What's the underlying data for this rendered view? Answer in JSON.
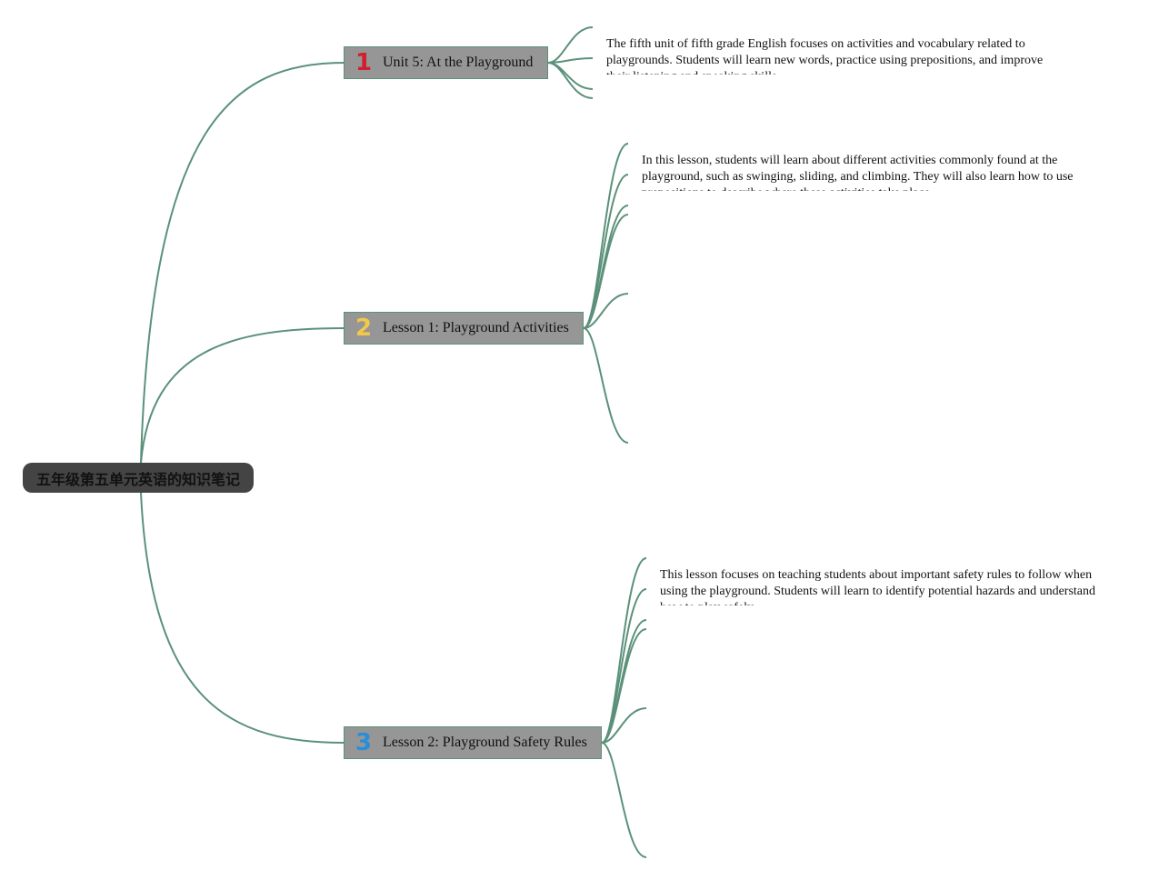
{
  "root": {
    "label": "五年级第五单元英语的知识笔记"
  },
  "topics": [
    {
      "number": "1",
      "number_color": "#d0202e",
      "title": "Unit 5: At the Playground",
      "description": "The fifth unit of fifth grade English focuses on activities and vocabulary related to playgrounds. Students will learn new words, practice using prepositions, and improve their listening and speaking skills."
    },
    {
      "number": "2",
      "number_color": "#f2c84b",
      "title": "Lesson 1: Playground Activities",
      "description": "In this lesson, students will learn about different activities commonly found at the playground, such as swinging, sliding, and climbing. They will also learn how to use prepositions to describe where these activities take place."
    },
    {
      "number": "3",
      "number_color": "#2a8fd6",
      "title": "Lesson 2: Playground Safety Rules",
      "description": "This lesson focuses on teaching students about important safety rules to follow when using the playground. Students will learn to identify potential hazards and understand how to play safely."
    }
  ],
  "colors": {
    "link": "#5b917a",
    "root_bg": "#444444",
    "topic_bg": "#969696"
  }
}
